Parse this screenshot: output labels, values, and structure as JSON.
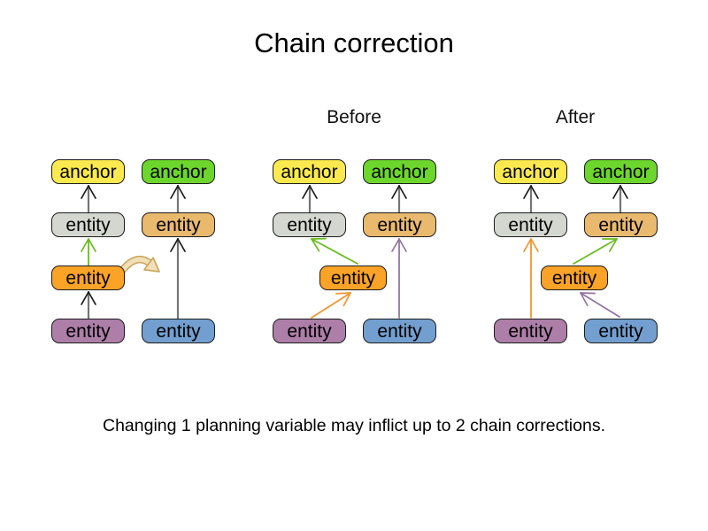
{
  "title": "Chain correction",
  "caption": "Changing 1 planning variable may inflict up to 2 chain corrections.",
  "groups": [
    {
      "label": "",
      "boxes": [
        {
          "label": "anchor",
          "color": "anchor_yellow"
        },
        {
          "label": "anchor",
          "color": "anchor_green"
        },
        {
          "label": "entity",
          "color": "entity_gray"
        },
        {
          "label": "entity",
          "color": "entity_tan"
        },
        {
          "label": "entity",
          "color": "entity_orange"
        },
        {
          "label": "entity",
          "color": "entity_purple"
        },
        {
          "label": "entity",
          "color": "entity_blue"
        }
      ]
    },
    {
      "label": "Before",
      "boxes": [
        {
          "label": "anchor",
          "color": "anchor_yellow"
        },
        {
          "label": "anchor",
          "color": "anchor_green"
        },
        {
          "label": "entity",
          "color": "entity_gray"
        },
        {
          "label": "entity",
          "color": "entity_tan"
        },
        {
          "label": "entity",
          "color": "entity_orange"
        },
        {
          "label": "entity",
          "color": "entity_purple"
        },
        {
          "label": "entity",
          "color": "entity_blue"
        }
      ]
    },
    {
      "label": "After",
      "boxes": [
        {
          "label": "anchor",
          "color": "anchor_yellow"
        },
        {
          "label": "anchor",
          "color": "anchor_green"
        },
        {
          "label": "entity",
          "color": "entity_gray"
        },
        {
          "label": "entity",
          "color": "entity_tan"
        },
        {
          "label": "entity",
          "color": "entity_orange"
        },
        {
          "label": "entity",
          "color": "entity_purple"
        },
        {
          "label": "entity",
          "color": "entity_blue"
        }
      ]
    }
  ],
  "colors": {
    "anchor_yellow": "#FCE94F",
    "anchor_green": "#6CD62C",
    "entity_gray": "#D4D7CF",
    "entity_tan": "#E9B96E",
    "entity_orange": "#FBA327",
    "entity_purple": "#AD7FA8",
    "entity_blue": "#729FCF",
    "box_border": "#1B1B1B",
    "chain_line": "#757575",
    "chain_head": "#1A1A1A",
    "arrow_green": "#67BC1C",
    "arrow_orange": "#F2952E",
    "arrow_purple": "#9374A4",
    "move_arrow_fill": "#F0DFB7",
    "move_arrow_stroke": "#C9A45C",
    "text": "#000000"
  }
}
